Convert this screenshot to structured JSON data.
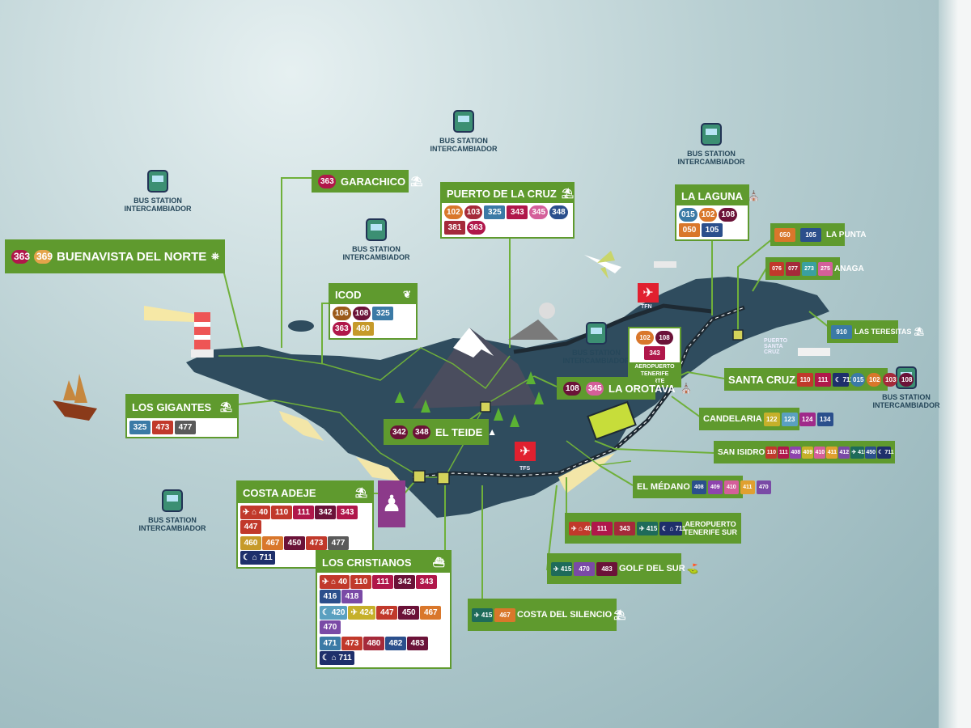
{
  "colors": {
    "green": "#5f9a2e",
    "island": "#2f4c5e",
    "road": "#1e2a33",
    "red": "#e1202f"
  },
  "bus_station": {
    "line1": "BUS STATION",
    "line2": "INTERCAMBIADOR"
  },
  "airports": {
    "north_code": "TFN",
    "south_code": "TFS",
    "icon": "plane-icon"
  },
  "small_labels": {
    "puerto_santa_cruz": "PUERTO SANTA CRUZ"
  },
  "places": {
    "buenavista": {
      "name": "BUENAVISTA DEL NORTE",
      "icon": "lighthouse-icon",
      "routes": [
        "363",
        "369"
      ]
    },
    "garachico": {
      "name": "GARACHICO",
      "icon": "beach-umbrella-icon",
      "routes": [
        "363"
      ]
    },
    "icod": {
      "name": "ICOD",
      "icon": "dragon-tree-icon",
      "routes": [
        "106",
        "108",
        "325",
        "363",
        "460"
      ]
    },
    "puerto_cruz": {
      "name": "PUERTO DE LA CRUZ",
      "icon": "beach-umbrella-icon",
      "routes": [
        "102",
        "103",
        "325",
        "343",
        "345",
        "348",
        "381",
        "363"
      ]
    },
    "la_laguna": {
      "name": "LA LAGUNA",
      "icon": "church-icon",
      "routes": [
        "015",
        "102",
        "108",
        "050",
        "105"
      ]
    },
    "la_punta": {
      "name": "LA PUNTA",
      "routes": [
        "050",
        "105"
      ]
    },
    "anaga": {
      "name": "ANAGA",
      "routes": [
        "076",
        "077",
        "273",
        "275"
      ]
    },
    "las_teresitas": {
      "name": "LAS TERESITAS",
      "icon": "beach-umbrella-icon",
      "routes": [
        "910"
      ]
    },
    "aeropuerto_norte": {
      "line1": "AEROPUERTO",
      "line2": "TENERIFE NORTE",
      "routes": [
        "102",
        "108",
        "343"
      ]
    },
    "la_orotava": {
      "name": "LA OROTAVA",
      "icon": "church-icon",
      "routes": [
        "108",
        "345"
      ]
    },
    "santa_cruz": {
      "name": "SANTA CRUZ",
      "routes": [
        "110",
        "111",
        "☾ 711",
        "015",
        "102",
        "103",
        "108"
      ]
    },
    "candelaria": {
      "name": "CANDELARIA",
      "routes": [
        "122",
        "123",
        "124",
        "134"
      ]
    },
    "san_isidro": {
      "name": "SAN ISIDRO",
      "routes": [
        "110",
        "111",
        "408",
        "409",
        "410",
        "411",
        "412",
        "✈ 415",
        "450",
        "☾ 711"
      ]
    },
    "el_medano": {
      "name": "EL MÉDANO",
      "routes": [
        "408",
        "409",
        "410",
        "411",
        "470"
      ]
    },
    "aeropuerto_sur": {
      "line1": "AEROPUERTO",
      "line2": "TENERIFE SUR",
      "routes": [
        "✈ ⌂ 40",
        "111",
        "343",
        "✈ 415",
        "☾ ⌂ 711"
      ]
    },
    "golf_del_sur": {
      "name": "GOLF DEL SUR",
      "icon": "golf-icon",
      "routes": [
        "✈ 415",
        "470",
        "483"
      ]
    },
    "costa_silencio": {
      "name": "COSTA DEL SILENCIO",
      "icon": "beach-umbrella-icon",
      "routes": [
        "✈ 415",
        "467"
      ]
    },
    "los_gigantes": {
      "name": "LOS GIGANTES",
      "icon": "beach-umbrella-icon",
      "routes": [
        "325",
        "473",
        "477"
      ]
    },
    "el_teide": {
      "name": "EL TEIDE",
      "icon": "mountain-icon",
      "routes": [
        "342",
        "348"
      ]
    },
    "costa_adeje": {
      "name": "COSTA ADEJE",
      "icon": "beach-umbrella-icon",
      "rows": [
        [
          "✈ ⌂ 40",
          "110",
          "111",
          "342",
          "343",
          "447"
        ],
        [
          "460",
          "467",
          "450",
          "473",
          "477",
          "☾ ⌂ 711"
        ]
      ]
    },
    "los_cristianos": {
      "name": "LOS CRISTIANOS",
      "icon": "ship-icon",
      "rows": [
        [
          "✈ ⌂ 40",
          "110",
          "111",
          "342",
          "343",
          "416",
          "418"
        ],
        [
          "☾ 420",
          "✈ 424",
          "447",
          "450",
          "467",
          "470"
        ],
        [
          "471",
          "473",
          "480",
          "482",
          "483",
          "☾ ⌂ 711"
        ]
      ]
    }
  }
}
